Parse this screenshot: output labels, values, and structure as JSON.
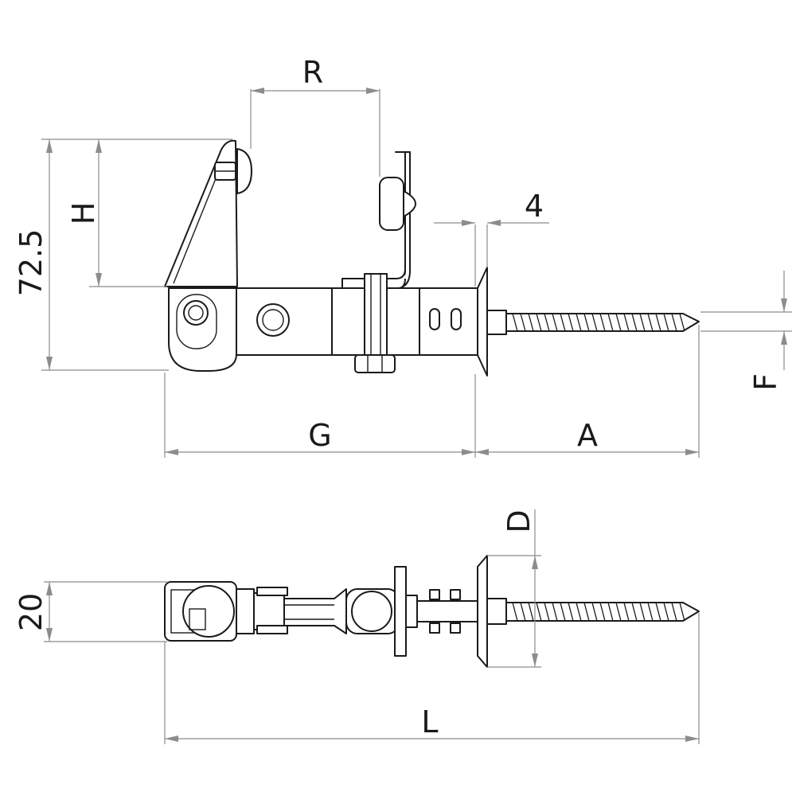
{
  "dimensions": {
    "R": "R",
    "H": "H",
    "height_total": "72.5",
    "flange_thickness": "4",
    "F": "F",
    "G": "G",
    "A": "A",
    "D": "D",
    "width": "20",
    "L": "L"
  },
  "colors": {
    "line": "#1a1a1a",
    "dimension": "#8c8c8c",
    "background": "#ffffff"
  }
}
